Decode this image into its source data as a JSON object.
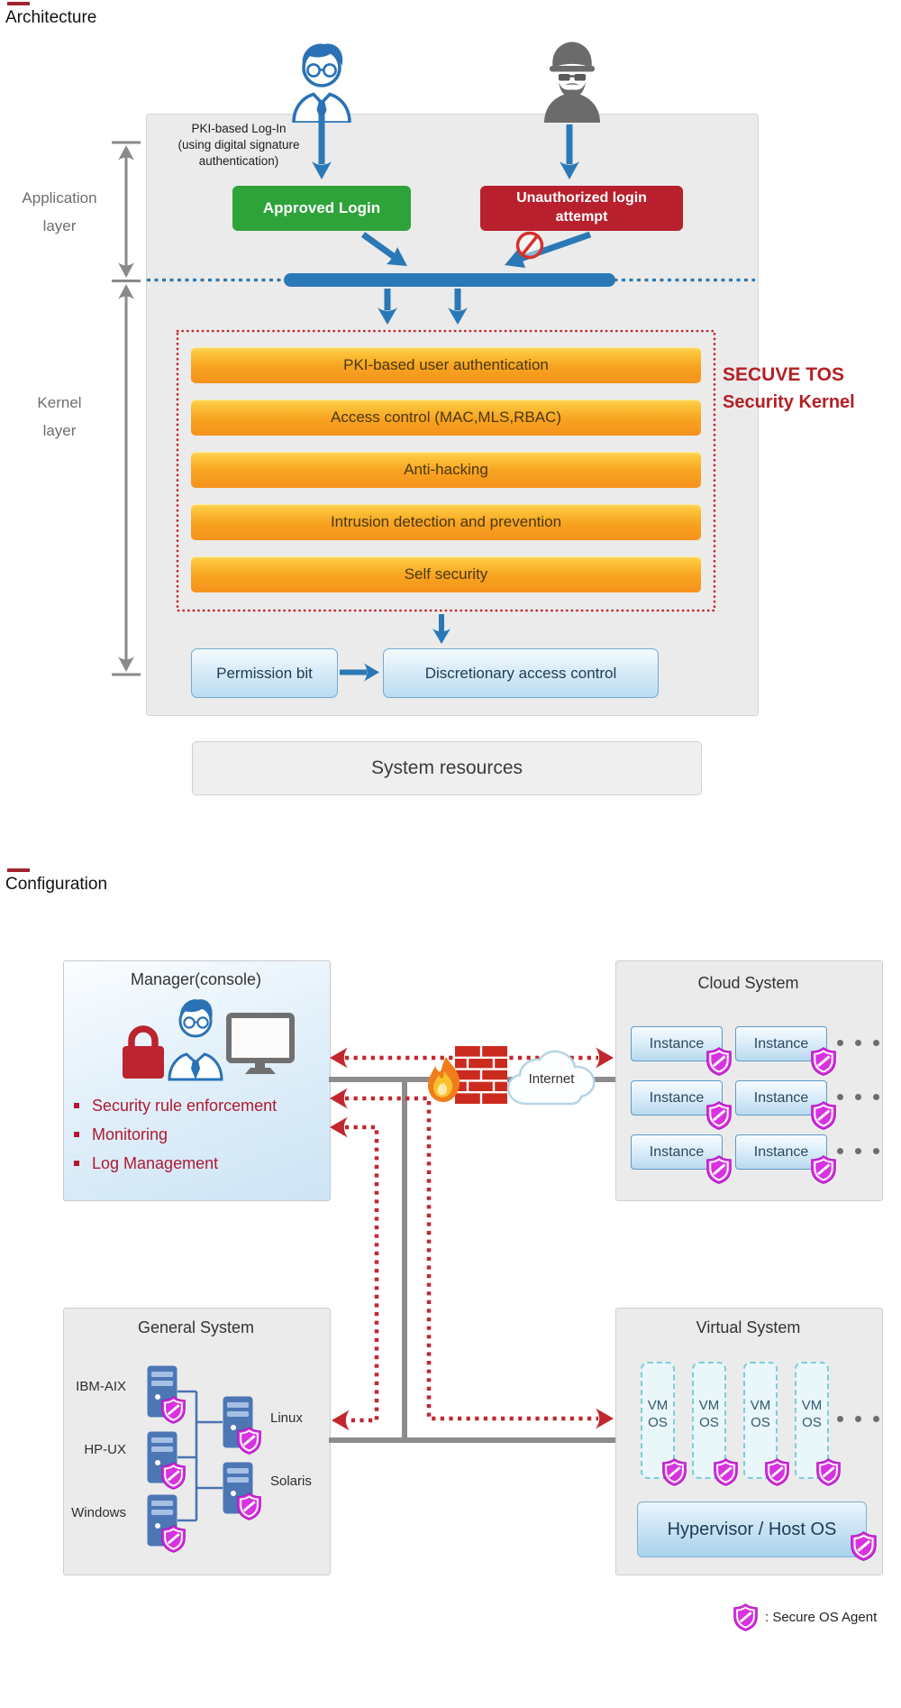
{
  "architecture": {
    "section_title": "Architecture",
    "application_layer_label": "Application layer",
    "kernel_layer_label": "Kernel layer",
    "pki_login_note": "PKI-based Log-In\n(using digital signature\nauthentication)",
    "approved_login_label": "Approved Login",
    "unauthorized_login_label": "Unauthorized login attempt",
    "kernel_features": [
      "PKI-based user authentication",
      "Access control (MAC,MLS,RBAC)",
      "Anti-hacking",
      "Intrusion detection and prevention",
      "Self security"
    ],
    "kernel_brand_line1": "SECUVE TOS",
    "kernel_brand_line2": "Security Kernel",
    "permission_bit_label": "Permission bit",
    "dac_label": "Discretionary access control",
    "system_resources_label": "System resources"
  },
  "configuration": {
    "section_title": "Configuration",
    "manager": {
      "title": "Manager(console)",
      "functions": [
        "Security rule enforcement",
        "Monitoring",
        "Log Management"
      ]
    },
    "internet_label": "Internet",
    "cloud_system": {
      "title": "Cloud System",
      "instance_label": "Instance"
    },
    "general_system": {
      "title": "General System",
      "server_labels": [
        "IBM-AIX",
        "HP-UX",
        "Windows",
        "Linux",
        "Solaris"
      ]
    },
    "virtual_system": {
      "title": "Virtual System",
      "vm_label": "VM OS",
      "hypervisor_label": "Hypervisor / Host OS"
    },
    "legend_label": ": Secure OS Agent"
  },
  "colors": {
    "accent_blue": "#2a78b6",
    "approved_green": "#2ea33a",
    "alert_red": "#b7202c",
    "brand_red": "#b41f24",
    "dotted_red": "#c1272d",
    "orange_top": "#fdc53c",
    "orange_bottom": "#f6921e",
    "shield_magenta": "#d832e2",
    "bus_gray": "#8c8c8c"
  }
}
